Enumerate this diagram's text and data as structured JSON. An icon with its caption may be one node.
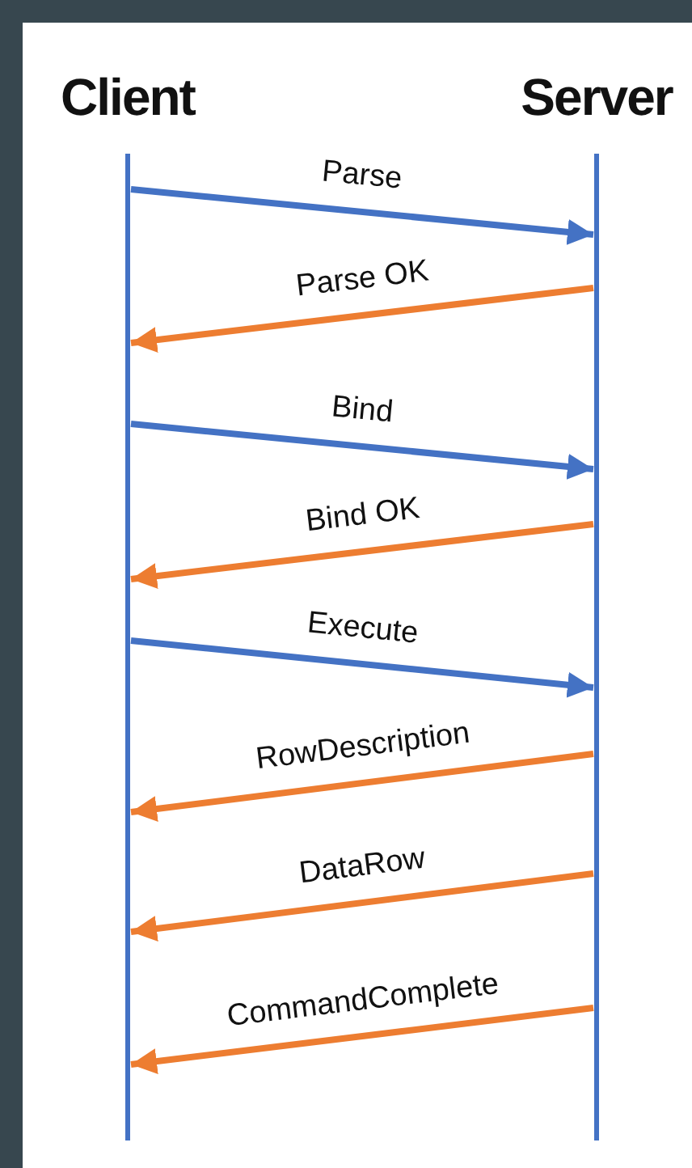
{
  "diagram": {
    "nodes": [
      {
        "text": [
          "Client"
        ]
      },
      {
        "text": [
          "Server"
        ]
      }
    ],
    "edges": [
      {
        "from": 0,
        "to": 1,
        "arrow": "to",
        "label": "Parse",
        "color": "#4472c4"
      },
      {
        "from": 1,
        "to": 0,
        "arrow": "to",
        "label": "Parse OK"
      },
      {
        "from": 0,
        "to": 1,
        "arrow": "to",
        "label": "Bind",
        "color": "#4472c4"
      },
      {
        "from": 1,
        "to": 0,
        "arrow": "to",
        "label": "Bind OK"
      },
      {
        "from": 0,
        "to": 1,
        "arrow": "to",
        "label": "Execute",
        "color": "#4472c4"
      },
      {
        "from": 1,
        "to": 0,
        "arrow": "to",
        "label": "RowDescription"
      },
      {
        "from": 1,
        "to": 0,
        "arrow": "to",
        "label": "DataRow"
      },
      {
        "from": 1,
        "to": 0,
        "arrow": "to",
        "label": "CommandComplete"
      }
    ]
  }
}
